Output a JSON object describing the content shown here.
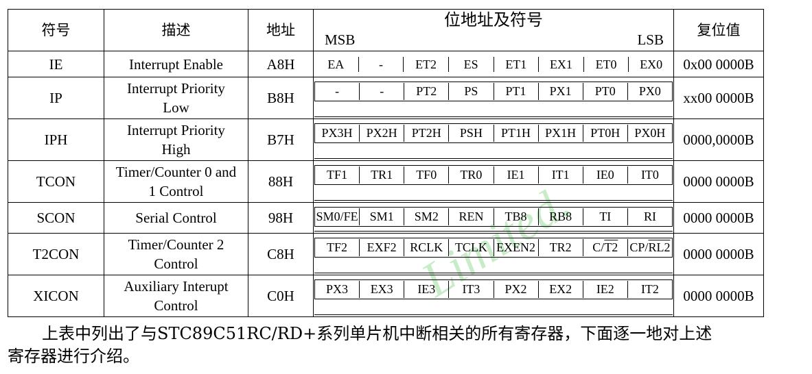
{
  "headers": {
    "symbol": "符号",
    "description": "描述",
    "address": "地址",
    "bits": "位地址及符号",
    "msb": "MSB",
    "lsb": "LSB",
    "reset": "复位值"
  },
  "rows": [
    {
      "symbol": "IE",
      "desc1": "Interrupt Enable",
      "desc2": "",
      "addr": "A8H",
      "bits": [
        "EA",
        "-",
        "ET2",
        "ES",
        "ET1",
        "EX1",
        "ET0",
        "EX0"
      ],
      "reset": "0x00 0000B"
    },
    {
      "symbol": "IP",
      "desc1": "Interrupt Priority",
      "desc2": "Low",
      "addr": "B8H",
      "bits": [
        "-",
        "-",
        "PT2",
        "PS",
        "PT1",
        "PX1",
        "PT0",
        "PX0"
      ],
      "reset": "xx00 0000B"
    },
    {
      "symbol": "IPH",
      "desc1": "Interrupt Priority",
      "desc2": "High",
      "addr": "B7H",
      "bits": [
        "PX3H",
        "PX2H",
        "PT2H",
        "PSH",
        "PT1H",
        "PX1H",
        "PT0H",
        "PX0H"
      ],
      "reset": "0000,0000B"
    },
    {
      "symbol": "TCON",
      "desc1": "Timer/Counter 0 and",
      "desc2": "1 Control",
      "addr": "88H",
      "bits": [
        "TF1",
        "TR1",
        "TF0",
        "TR0",
        "IE1",
        "IT1",
        "IE0",
        "IT0"
      ],
      "reset": "0000 0000B"
    },
    {
      "symbol": "SCON",
      "desc1": "Serial Control",
      "desc2": "",
      "addr": "98H",
      "bits": [
        "SM0/FE",
        "SM1",
        "SM2",
        "REN",
        "TB8",
        "RB8",
        "TI",
        "RI"
      ],
      "reset": "0000 0000B"
    },
    {
      "symbol": "T2CON",
      "desc1": "Timer/Counter 2",
      "desc2": "Control",
      "addr": "C8H",
      "bits": [
        "TF2",
        "EXF2",
        "RCLK",
        "TCLK",
        "EXEN2",
        "TR2",
        "C/",
        "CP/"
      ],
      "bits_overline": {
        "6": "T2",
        "7": "RL2"
      },
      "reset": "0000 0000B"
    },
    {
      "symbol": "XICON",
      "desc1": "Auxiliary Interupt",
      "desc2": "Control",
      "addr": "C0H",
      "bits": [
        "PX3",
        "EX3",
        "IE3",
        "IT3",
        "PX2",
        "EX2",
        "IE2",
        "IT2"
      ],
      "reset": "0000 0000B"
    }
  ],
  "paragraph": {
    "line1": "上表中列出了与STC89C51RC/RD+系列单片机中断相关的所有寄存器，下面逐一地对上述",
    "line2": "寄存器进行介绍。"
  },
  "watermark": "Limited."
}
